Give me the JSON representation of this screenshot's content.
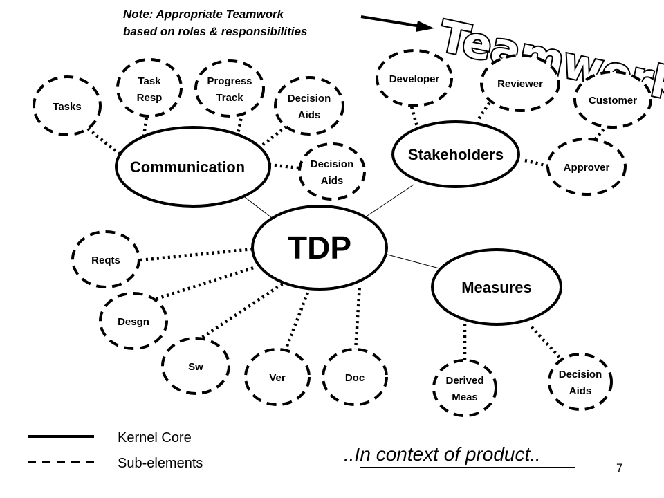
{
  "title": "Teamwork",
  "note": {
    "line1": "Note: Appropriate Teamwork",
    "line2": "based on roles & responsibilities"
  },
  "core": {
    "label": "TDP"
  },
  "kernels": {
    "communication": "Communication",
    "stakeholders": "Stakeholders",
    "measures": "Measures"
  },
  "nodes": {
    "tasks": [
      "Tasks"
    ],
    "task_resp": [
      "Task",
      "Resp"
    ],
    "progress_track": [
      "Progress",
      "Track"
    ],
    "comm_decision_aids_1": [
      "Decision",
      "Aids"
    ],
    "comm_decision_aids_2": [
      "Decision",
      "Aids"
    ],
    "developer": [
      "Developer"
    ],
    "reviewer": [
      "Reviewer"
    ],
    "customer": [
      "Customer"
    ],
    "approver": [
      "Approver"
    ],
    "reqts": [
      "Reqts"
    ],
    "desgn": [
      "Desgn"
    ],
    "sw": [
      "Sw"
    ],
    "ver": [
      "Ver"
    ],
    "doc": [
      "Doc"
    ],
    "derived_meas": [
      "Derived",
      "Meas"
    ],
    "meas_decision_aids": [
      "Decision",
      "Aids"
    ]
  },
  "legend": {
    "kernel_core": "Kernel Core",
    "sub_elements": "Sub-elements"
  },
  "context": "..In context of product..",
  "page_number": "7"
}
